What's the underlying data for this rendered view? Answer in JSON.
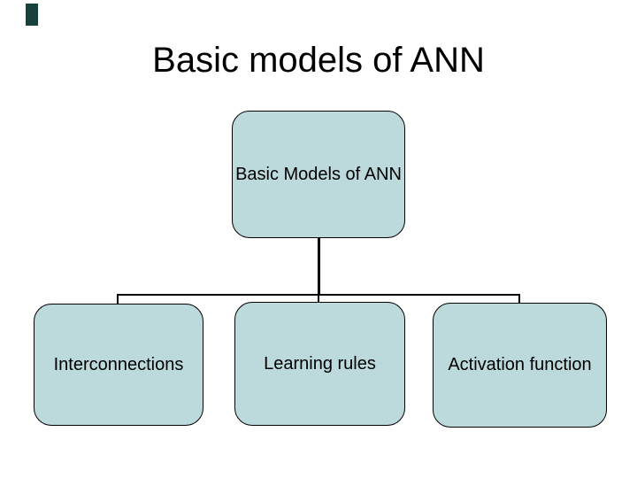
{
  "slide": {
    "title": "Basic models of ANN"
  },
  "diagram": {
    "type": "hierarchy",
    "root": {
      "label": "Basic Models of ANN"
    },
    "children": [
      {
        "label": "Interconnections"
      },
      {
        "label": "Learning rules"
      },
      {
        "label": "Activation function"
      }
    ],
    "colors": {
      "node_fill": "#bcd9dc",
      "node_border": "#000000",
      "connector": "#000000",
      "title_text": "#000000",
      "background": "#ffffff",
      "corner_accent": "#16413c"
    }
  }
}
